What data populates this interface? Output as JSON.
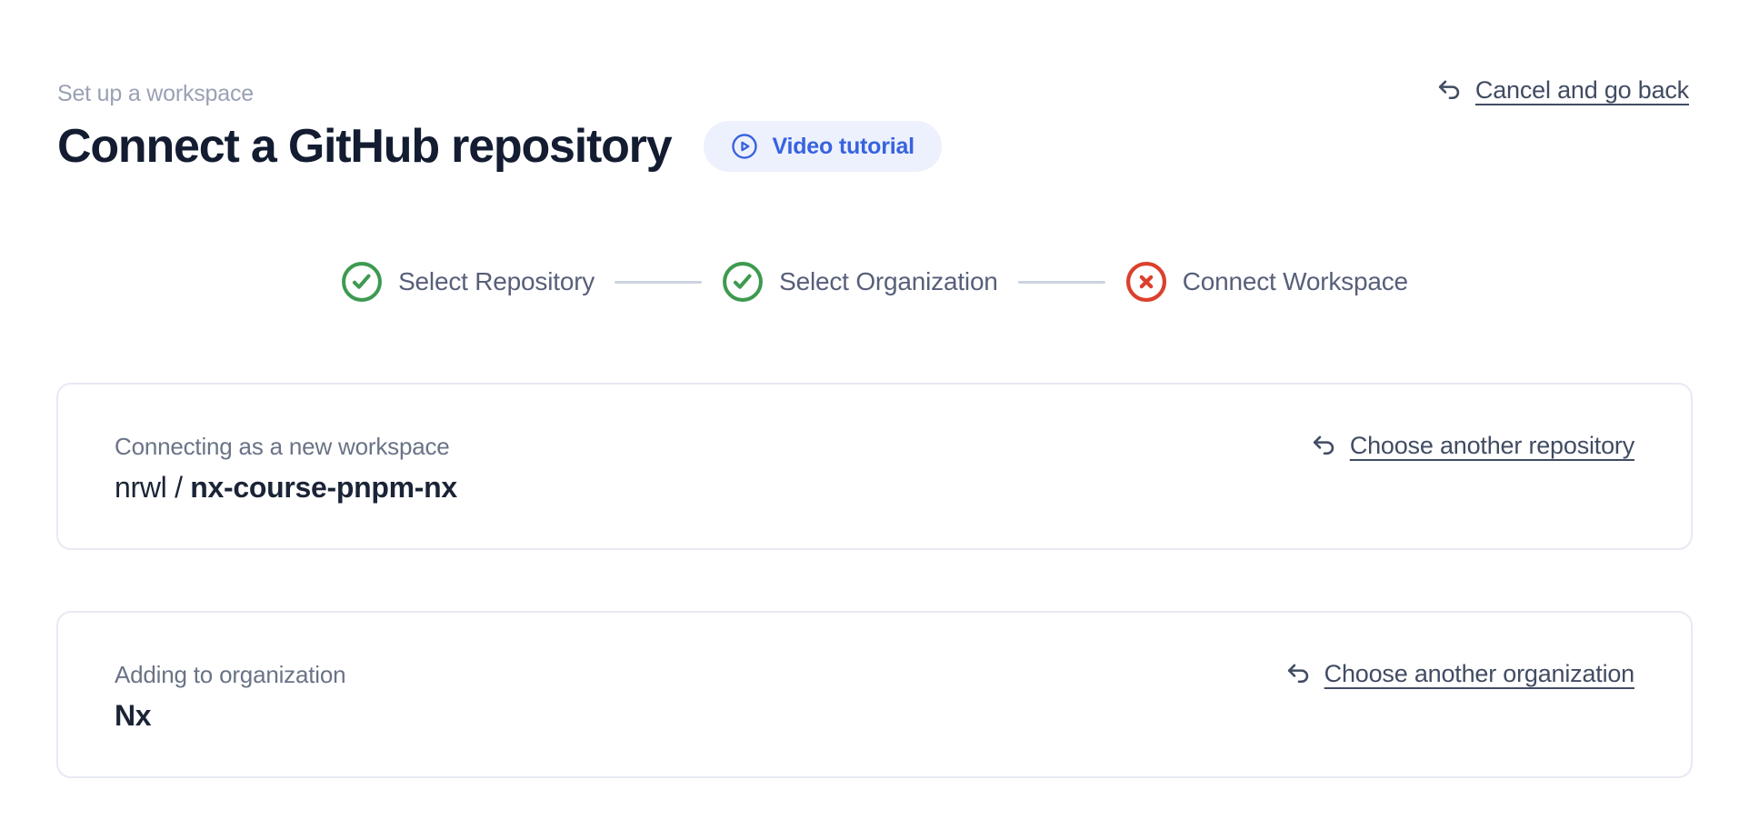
{
  "header": {
    "eyebrow": "Set up a workspace",
    "title": "Connect a GitHub repository",
    "video_button": {
      "label": "Video tutorial",
      "icon": "play-circle-icon"
    },
    "cancel_link": {
      "label": "Cancel and go back",
      "icon": "undo-arrow-icon"
    }
  },
  "stepper": {
    "steps": [
      {
        "label": "Select Repository",
        "status": "complete",
        "icon": "check-circle-icon"
      },
      {
        "label": "Select Organization",
        "status": "complete",
        "icon": "check-circle-icon"
      },
      {
        "label": "Connect Workspace",
        "status": "failed",
        "icon": "x-circle-icon"
      }
    ]
  },
  "cards": [
    {
      "label": "Connecting as a new workspace",
      "value_prefix": "nrwl / ",
      "value": "nx-course-pnpm-nx",
      "action_label": "Choose another repository",
      "action_icon": "undo-arrow-icon"
    },
    {
      "label": "Adding to organization",
      "value_prefix": "",
      "value": "Nx",
      "action_label": "Choose another organization",
      "action_icon": "undo-arrow-icon"
    }
  ],
  "colors": {
    "accent_blue": "#3663e0",
    "pill_background": "#edf1fd",
    "success_green": "#3d9a50",
    "error_red": "#db402c",
    "link_text": "#414c63",
    "step_label": "#575f7a",
    "connector_line": "#ccd3e0",
    "card_border": "#e7e9f3",
    "heading_text": "#131c31",
    "muted_text": "#99a1b3"
  }
}
